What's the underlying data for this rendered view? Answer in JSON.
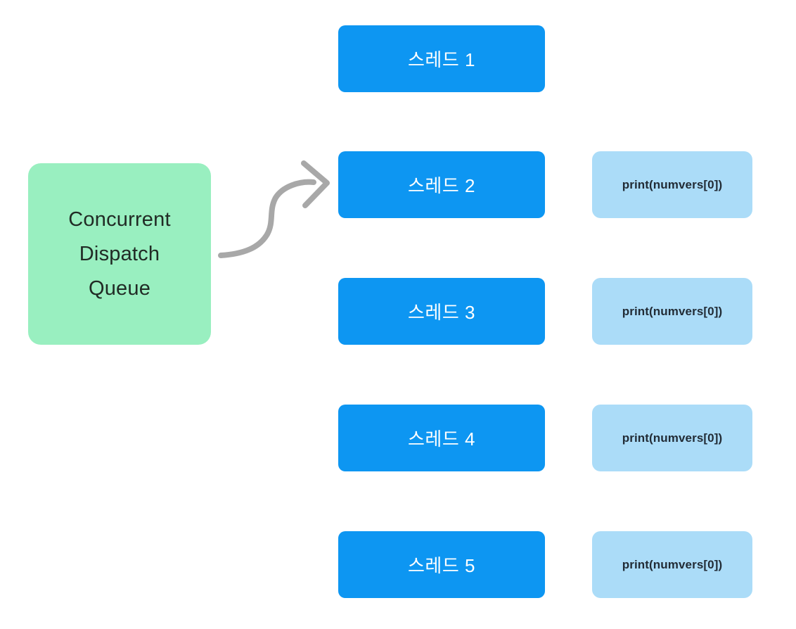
{
  "diagram": {
    "title": "Concurrent Dispatch Queue fan-out diagram",
    "queue": {
      "label_line1": "Concurrent",
      "label_line2": "Dispatch",
      "label_line3": "Queue"
    },
    "threads": [
      {
        "label": "스레드 1",
        "task": ""
      },
      {
        "label": "스레드 2",
        "task": "print(numvers[0])"
      },
      {
        "label": "스레드 3",
        "task": "print(numvers[0])"
      },
      {
        "label": "스레드 4",
        "task": "print(numvers[0])"
      },
      {
        "label": "스레드 5",
        "task": "print(numvers[0])"
      }
    ],
    "arrow": {
      "from": "queue",
      "to": "스레드 2"
    },
    "colors": {
      "queue_bg": "#99efc0",
      "queue_text": "#212b25",
      "thread_bg": "#0d96f2",
      "thread_text": "#ffffff",
      "task_bg": "#abdcf8",
      "task_text": "#222c36",
      "arrow": "#a8a8a8"
    }
  }
}
